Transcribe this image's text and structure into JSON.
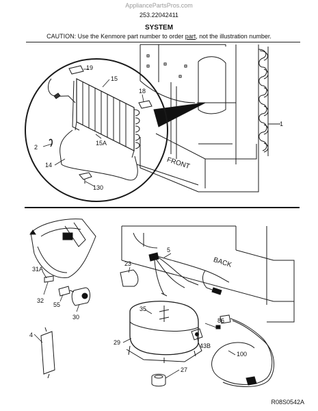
{
  "header": {
    "watermark": "AppliancePartsPros.com",
    "model_number": "253.22042411",
    "title": "SYSTEM",
    "caution_prefix": "CAUTION: Use the Kenmore part number to order ",
    "caution_link": "part",
    "caution_suffix": ", not the illustration number."
  },
  "callouts": {
    "condenser_coil": "1",
    "grommet": "2",
    "drier": "4",
    "lead_wire": "5",
    "tubing": "14",
    "evaporator": "15",
    "evaporator_inlet": "15A",
    "pad": "18",
    "insulation": "19",
    "relay": "23",
    "compressor": "27",
    "mount_grommet": "29",
    "overload": "30",
    "drain_pan": "31A",
    "clip": "32",
    "compressor_cover": "35",
    "terminal_screw": "43B",
    "start_device": "55",
    "screw": "86",
    "power_cord": "100",
    "heater_tube": "130"
  },
  "labels": {
    "front": "FRONT",
    "back": "BACK"
  },
  "footer": {
    "drawing_code": "R08S0542A"
  }
}
